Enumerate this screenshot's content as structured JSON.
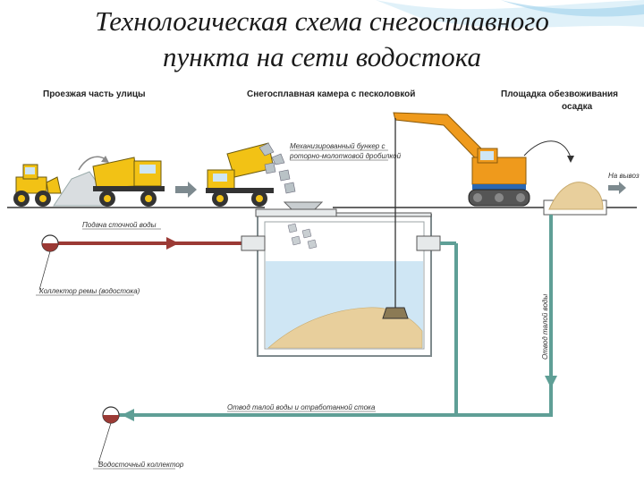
{
  "title": {
    "line1": "Технологическая схема снегосплавного",
    "line2": "пункта на сети водостока"
  },
  "labels": {
    "roadway": "Проезжая часть улицы",
    "chamber": "Снегосплавная камера с песколовкой",
    "dewatering_line1": "Площадка обезвоживания",
    "dewatering_line2": "осадка",
    "bunker_line1": "Механизированный бункер с",
    "bunker_line2": "роторно-молотковой дробилкой",
    "export": "На вывоз",
    "sewage_supply": "Подача сточной воды",
    "storm_collector": "Коллектор ремы (водостока)",
    "meltwater_drain": "Отвод талой воды и отработанной стока",
    "sewer_collector": "Водосточный коллектор",
    "melt_discharge": "Отвод талой воды"
  },
  "colors": {
    "title_glow": "#bfe0f0",
    "pipe_red": "#9b3a35",
    "pipe_teal": "#5f9f96",
    "water": "#cfe6f4",
    "sand": "#e8cf9c",
    "machine_yellow": "#f2c215",
    "excavator_orange": "#ef9a1c",
    "wall_gray": "#9ba3a6"
  }
}
